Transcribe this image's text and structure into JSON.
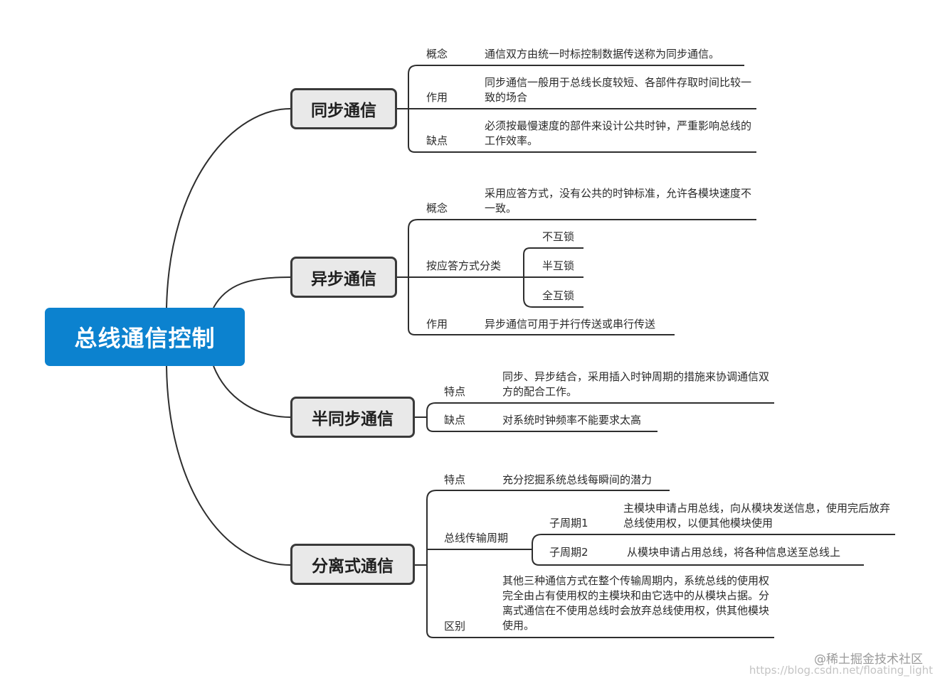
{
  "root": "总线通信控制",
  "sync": {
    "title": "同步通信",
    "concept_label": "概念",
    "concept_text": "通信双方由统一时标控制数据传送称为同步通信。",
    "use_label": "作用",
    "use_text": "同步通信一般用于总线长度较短、各部件存取时间比较一致的场合",
    "flaw_label": "缺点",
    "flaw_text": "必须按最慢速度的部件来设计公共时钟，严重影响总线的工作效率。"
  },
  "async": {
    "title": "异步通信",
    "concept_label": "概念",
    "concept_text": "采用应答方式，没有公共的时钟标准，允许各模块速度不一致。",
    "class_label": "按应答方式分类",
    "classes": [
      "不互锁",
      "半互锁",
      "全互锁"
    ],
    "use_label": "作用",
    "use_text": "异步通信可用于并行传送或串行传送"
  },
  "semi": {
    "title": "半同步通信",
    "feature_label": "特点",
    "feature_text": "同步、异步结合，采用插入时钟周期的措施来协调通信双方的配合工作。",
    "flaw_label": "缺点",
    "flaw_text": "对系统时钟频率不能要求太高"
  },
  "split": {
    "title": "分离式通信",
    "feature_label": "特点",
    "feature_text": "充分挖掘系统总线每瞬间的潜力",
    "cycle_label": "总线传输周期",
    "sub1_label": "子周期1",
    "sub1_text": "主模块申请占用总线，向从模块发送信息，使用完后放弃总线使用权，以便其他模块使用",
    "sub2_label": "子周期2",
    "sub2_text": "从模块申请占用总线，将各种信息送至总线上",
    "diff_label": "区别",
    "diff_text": "其他三种通信方式在整个传输周期内，系统总线的使用权完全由占有使用权的主模块和由它选中的从模块占据。分离式通信在不使用总线时会放弃总线使用权，供其他模块使用。"
  },
  "watermark": {
    "line1": "@稀土掘金技术社区",
    "line2": "https://blog.csdn.net/floating_light"
  }
}
